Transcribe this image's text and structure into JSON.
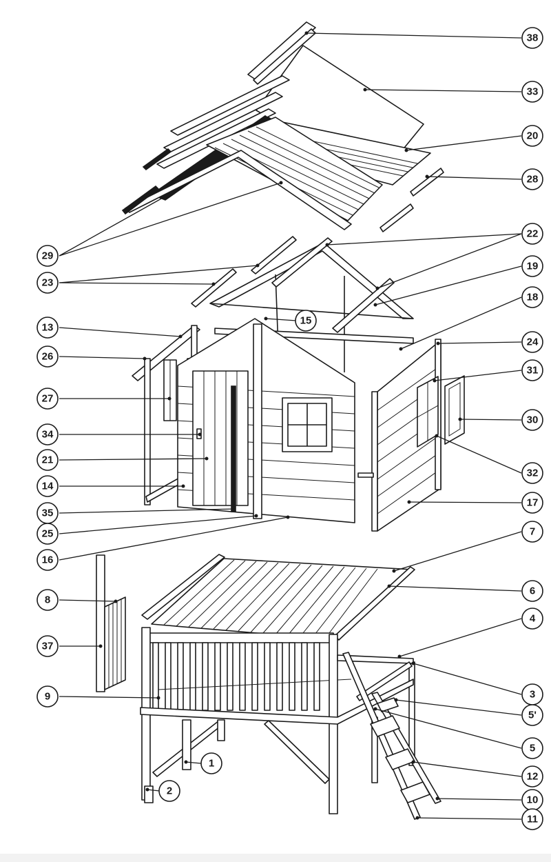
{
  "diagram": {
    "callouts": [
      {
        "id": "c38",
        "label": "38"
      },
      {
        "id": "c33",
        "label": "33"
      },
      {
        "id": "c20",
        "label": "20"
      },
      {
        "id": "c28",
        "label": "28"
      },
      {
        "id": "c29",
        "label": "29"
      },
      {
        "id": "c22",
        "label": "22"
      },
      {
        "id": "c23",
        "label": "23"
      },
      {
        "id": "c19",
        "label": "19"
      },
      {
        "id": "c18",
        "label": "18"
      },
      {
        "id": "c15",
        "label": "15"
      },
      {
        "id": "c13",
        "label": "13"
      },
      {
        "id": "c24",
        "label": "24"
      },
      {
        "id": "c26",
        "label": "26"
      },
      {
        "id": "c31",
        "label": "31"
      },
      {
        "id": "c27",
        "label": "27"
      },
      {
        "id": "c30",
        "label": "30"
      },
      {
        "id": "c34",
        "label": "34"
      },
      {
        "id": "c21",
        "label": "21"
      },
      {
        "id": "c32",
        "label": "32"
      },
      {
        "id": "c14",
        "label": "14"
      },
      {
        "id": "c17",
        "label": "17"
      },
      {
        "id": "c35",
        "label": "35"
      },
      {
        "id": "c25",
        "label": "25"
      },
      {
        "id": "c7",
        "label": "7"
      },
      {
        "id": "c16",
        "label": "16"
      },
      {
        "id": "c6",
        "label": "6"
      },
      {
        "id": "c8",
        "label": "8"
      },
      {
        "id": "c4",
        "label": "4"
      },
      {
        "id": "c37",
        "label": "37"
      },
      {
        "id": "c3",
        "label": "3"
      },
      {
        "id": "c9",
        "label": "9"
      },
      {
        "id": "c5p",
        "label": "5'"
      },
      {
        "id": "c5",
        "label": "5"
      },
      {
        "id": "c1",
        "label": "1"
      },
      {
        "id": "c12",
        "label": "12"
      },
      {
        "id": "c2",
        "label": "2"
      },
      {
        "id": "c10",
        "label": "10"
      },
      {
        "id": "c11",
        "label": "11"
      }
    ]
  }
}
